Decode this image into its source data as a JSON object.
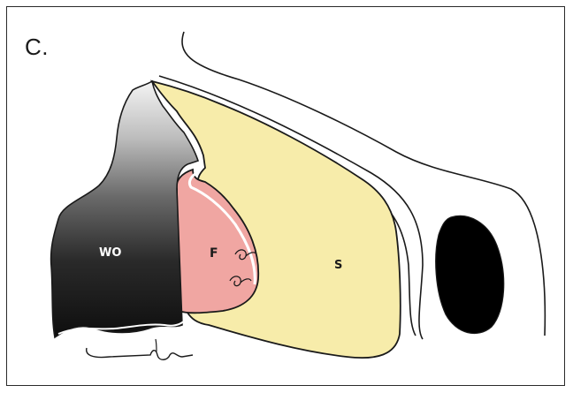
{
  "panel": {
    "label": "C."
  },
  "regions": {
    "wo": {
      "label": "WO",
      "color": "#141414"
    },
    "f": {
      "label": "F",
      "color": "#f0a6a2"
    },
    "s": {
      "label": "S",
      "color": "#f7ecaa"
    },
    "dark_oval": {
      "color": "#000000"
    }
  },
  "outline_color": "#1a1a1a"
}
